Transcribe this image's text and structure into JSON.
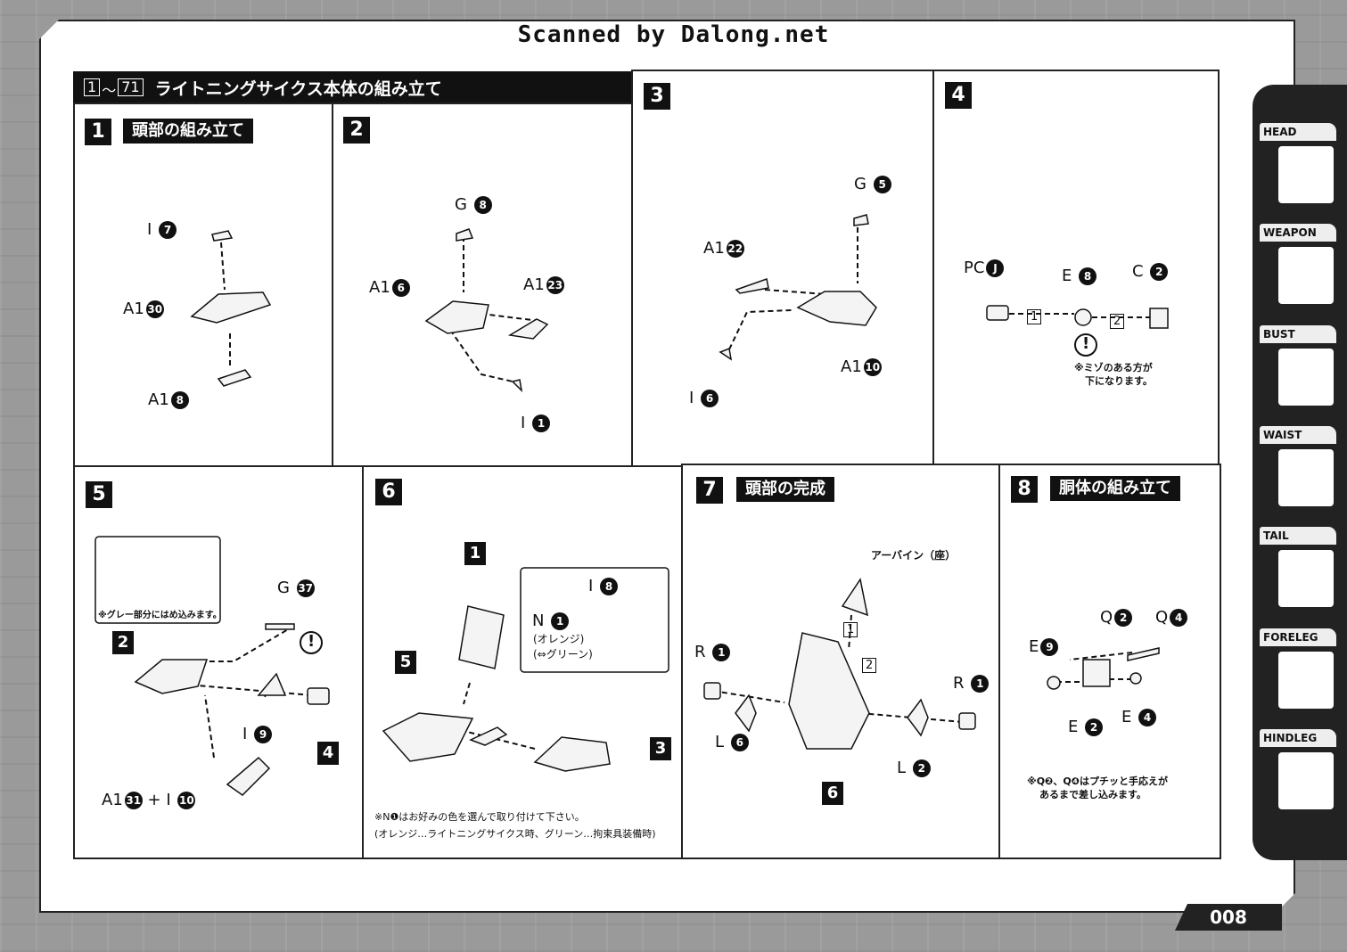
{
  "watermark": "Scanned by Dalong.net",
  "header": {
    "range_a": "1",
    "range_sep": "〜",
    "range_b": "71",
    "title": "ライトニングサイクス本体の組み立て"
  },
  "steps": {
    "s1": {
      "num": "1",
      "title": "頭部の組み立て"
    },
    "s2": {
      "num": "2"
    },
    "s3": {
      "num": "3"
    },
    "s4": {
      "num": "4"
    },
    "s5": {
      "num": "5"
    },
    "s6": {
      "num": "6"
    },
    "s7": {
      "num": "7",
      "title": "頭部の完成"
    },
    "s8": {
      "num": "8",
      "title": "胴体の組み立て"
    }
  },
  "labels": {
    "s1": {
      "i": "I",
      "i_n": "7",
      "a_top": "A1",
      "a_top_n": "30",
      "a_bot": "A1",
      "a_bot_n": "8"
    },
    "s2": {
      "g": "G",
      "g_n": "8",
      "a_left": "A1",
      "a_left_n": "6",
      "a_right": "A1",
      "a_right_n": "23",
      "i": "I",
      "i_n": "1"
    },
    "s3": {
      "g": "G",
      "g_n": "5",
      "a_top": "A1",
      "a_top_n": "22",
      "a_bot": "A1",
      "a_bot_n": "10",
      "i": "I",
      "i_n": "6"
    },
    "s4": {
      "pc": "PC",
      "pc_n": "J",
      "e": "E",
      "e_n": "8",
      "c": "C",
      "c_n": "2",
      "box1": "1",
      "box2": "2",
      "note_line1": "※ミゾのある方が",
      "note_line2": "下になります。"
    },
    "s5": {
      "note": "※グレー部分にはめ込みます。",
      "g": "G",
      "g_n": "37",
      "ref2": "2",
      "ref4": "4",
      "i": "I",
      "i_n": "9",
      "a": "A1",
      "a_n": "31",
      "plus": "+",
      "i2": "I",
      "i2_n": "10"
    },
    "s6": {
      "ref1": "1",
      "ref5": "5",
      "ref3": "3",
      "i": "I",
      "i_n": "8",
      "n": "N",
      "n_n": "1",
      "orange": "(オレンジ)",
      "green": "(⇔グリーン)",
      "note_line1": "※N❶はお好みの色を選んで取り付けて下さい。",
      "note_line2": "(オレンジ…ライトニングサイクス時、グリーン…拘束具装備時)"
    },
    "s7": {
      "pilot": "アーバイン（座）",
      "box1": "1",
      "box2": "2",
      "r_left": "R",
      "r_left_n": "1",
      "l_left": "L",
      "l_left_n": "6",
      "r_right": "R",
      "r_right_n": "1",
      "l_right": "L",
      "l_right_n": "2",
      "ref6": "6"
    },
    "s8": {
      "q_left": "Q",
      "q_left_n": "2",
      "q_right": "Q",
      "q_right_n": "4",
      "e_top": "E",
      "e_top_n": "9",
      "e_bot": "E",
      "e_bot_n": "2",
      "e_right": "E",
      "e_right_n": "4",
      "note_line1": "※Q❷、Q❹はプチッと手応えが",
      "note_line2": "あるまで差し込みます。"
    }
  },
  "sidebar": {
    "tabs": [
      "HEAD",
      "WEAPON",
      "BUST",
      "WAIST",
      "TAIL",
      "FORELEG",
      "HINDLEG"
    ]
  },
  "page_number": "008"
}
